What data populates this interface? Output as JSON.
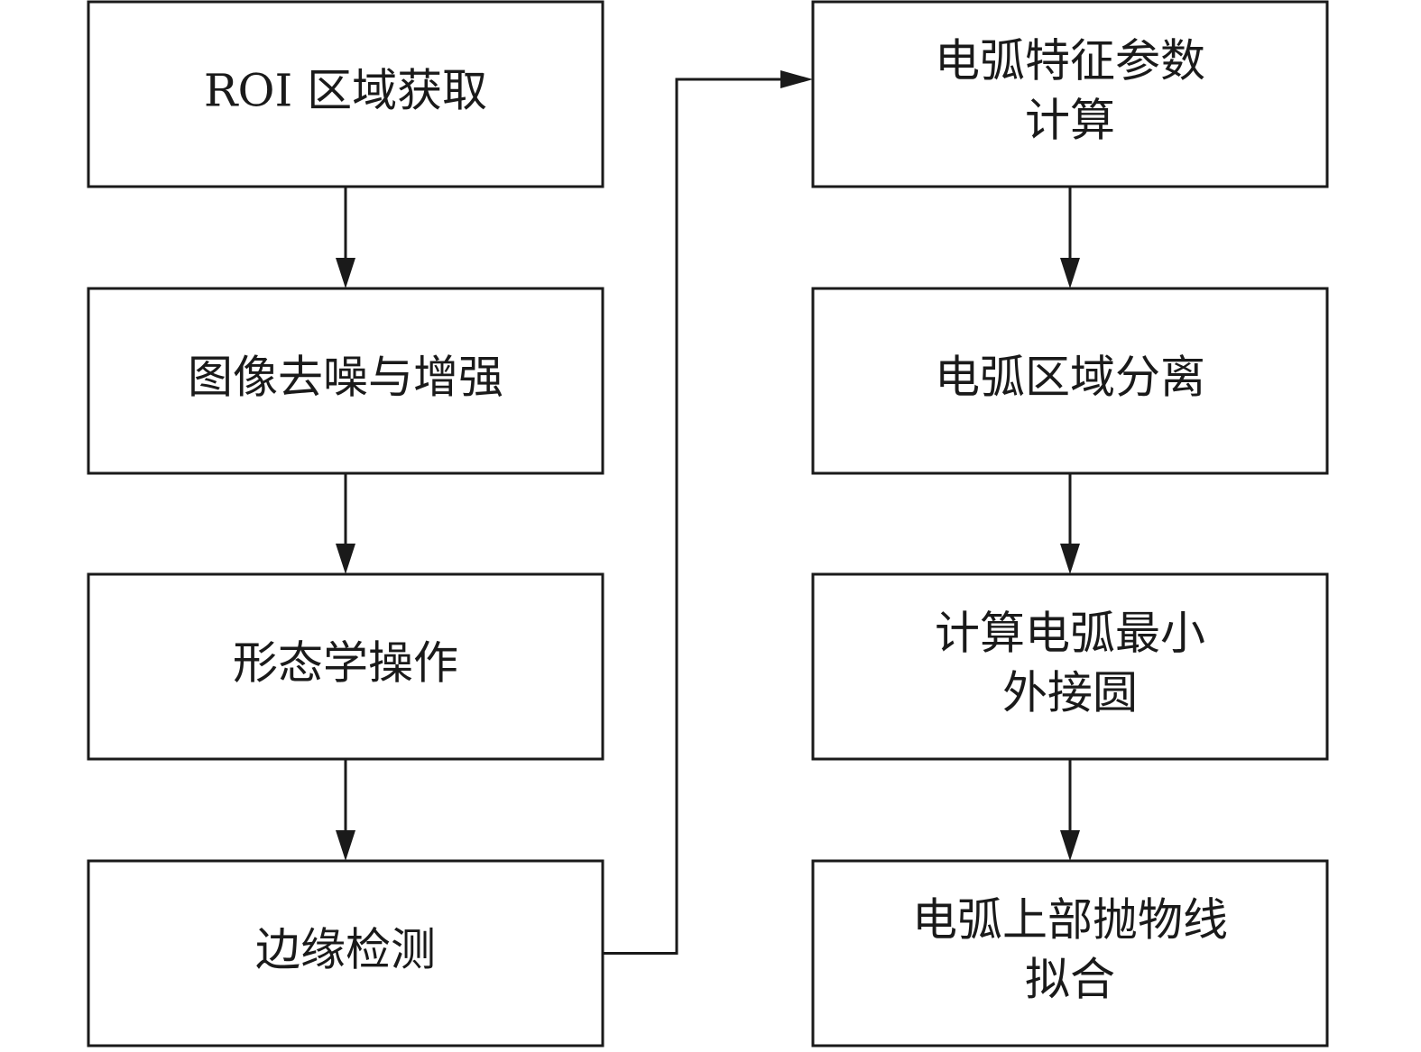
{
  "steps": {
    "roi": [
      "ROI 区域获取"
    ],
    "denoise": [
      "图像去噪与增强"
    ],
    "morph": [
      "形态学操作"
    ],
    "edge": [
      "边缘检测"
    ],
    "param": [
      "电弧特征参数",
      "计算"
    ],
    "sep": [
      "电弧区域分离"
    ],
    "circle": [
      "计算电弧最小",
      "外接圆"
    ],
    "parabola": [
      "电弧上部抛物线",
      "拟合"
    ]
  },
  "flow": [
    [
      "roi",
      "denoise"
    ],
    [
      "denoise",
      "morph"
    ],
    [
      "morph",
      "edge"
    ],
    [
      "edge",
      "param"
    ],
    [
      "param",
      "sep"
    ],
    [
      "sep",
      "circle"
    ],
    [
      "circle",
      "parabola"
    ]
  ]
}
